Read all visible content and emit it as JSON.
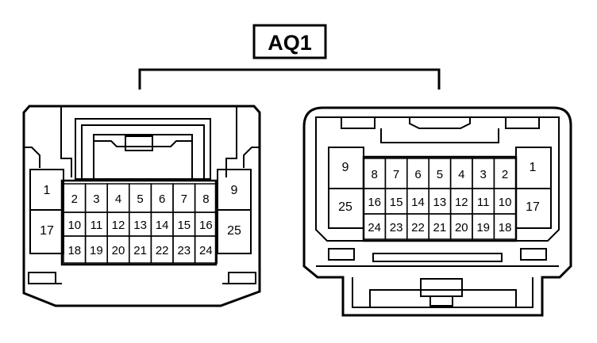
{
  "title": "AQ1",
  "left_connector": {
    "side_top": [
      "1",
      "9"
    ],
    "side_bottom": [
      "17",
      "25"
    ],
    "row1": [
      "2",
      "3",
      "4",
      "5",
      "6",
      "7",
      "8"
    ],
    "row2": [
      "10",
      "11",
      "12",
      "13",
      "14",
      "15",
      "16"
    ],
    "row3": [
      "18",
      "19",
      "20",
      "21",
      "22",
      "23",
      "24"
    ]
  },
  "right_connector": {
    "side_top": [
      "9",
      "1"
    ],
    "side_bottom": [
      "25",
      "17"
    ],
    "row1": [
      "8",
      "7",
      "6",
      "5",
      "4",
      "3",
      "2"
    ],
    "row2": [
      "16",
      "15",
      "14",
      "13",
      "12",
      "11",
      "10"
    ],
    "row3": [
      "24",
      "23",
      "22",
      "21",
      "20",
      "19",
      "18"
    ]
  }
}
